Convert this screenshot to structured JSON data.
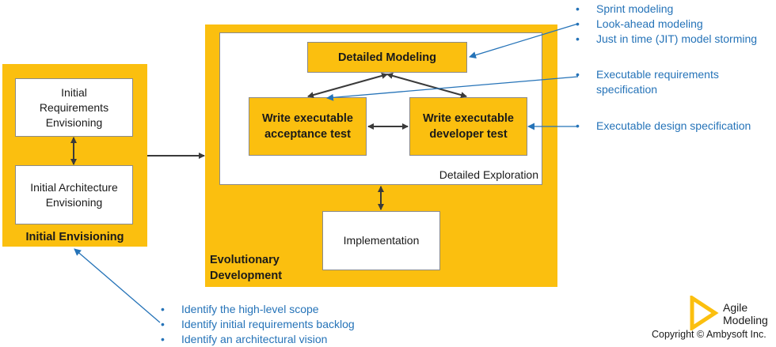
{
  "initial_envisioning": {
    "title": "Initial Envisioning",
    "requirements_box": "Initial Requirements Envisioning",
    "architecture_box": "Initial Architecture Envisioning"
  },
  "evolutionary": {
    "title_line1": "Evolutionary",
    "title_line2": "Development",
    "exploration_label": "Detailed Exploration",
    "detailed_modeling": "Detailed Modeling",
    "acceptance_line1": "Write executable",
    "acceptance_line2": "acceptance test",
    "developer_line1": "Write executable",
    "developer_line2": "developer test",
    "implementation": "Implementation"
  },
  "notes": {
    "modeling": [
      "Sprint modeling",
      "Look-ahead modeling",
      "Just in time (JIT) model storming"
    ],
    "requirements_spec": [
      "Executable requirements specification"
    ],
    "design_spec": [
      "Executable design specification"
    ],
    "envisioning_goals": [
      "Identify the high-level scope",
      "Identify initial requirements backlog",
      "Identify an architectural vision"
    ]
  },
  "branding": {
    "logo_line1": "Agile",
    "logo_line2": "Modeling",
    "copyright": "Copyright © Ambysoft Inc."
  },
  "colors": {
    "gold": "#fbbf0f",
    "note_blue": "#2573b8",
    "connector": "#3a3a3a"
  }
}
